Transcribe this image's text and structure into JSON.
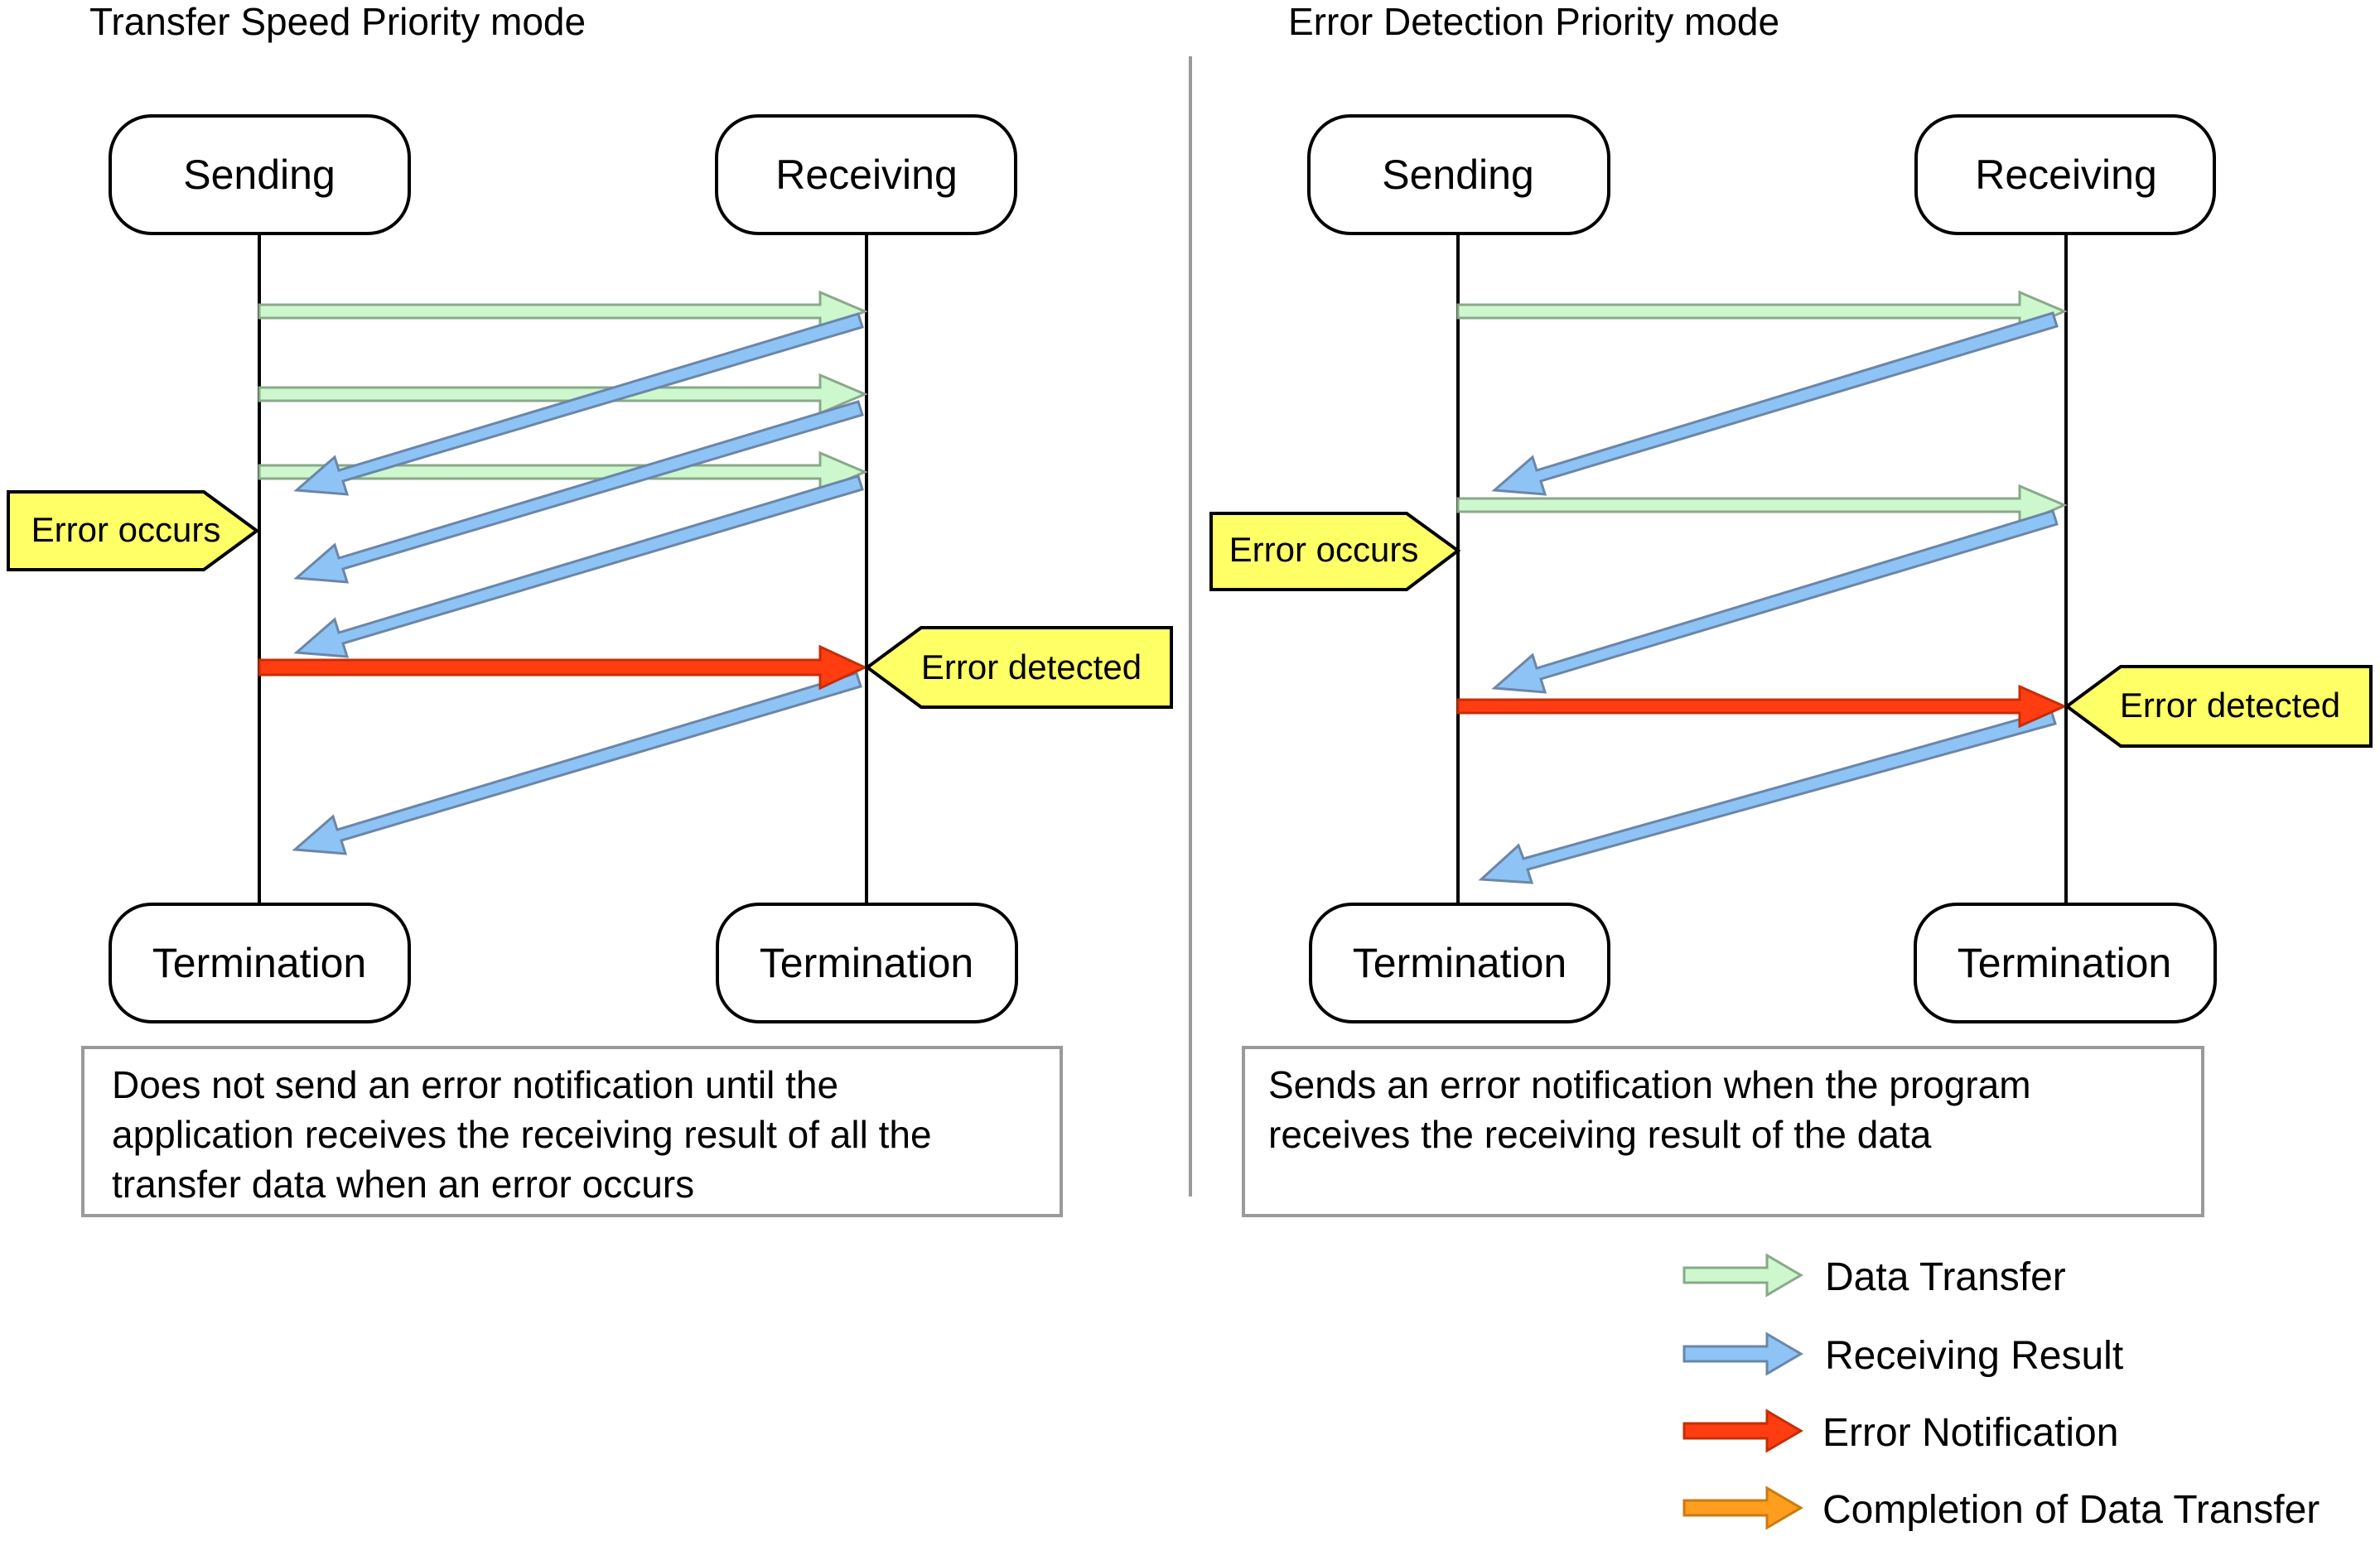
{
  "left_panel": {
    "title": "Transfer Speed Priority mode",
    "sending": "Sending",
    "receiving": "Receiving",
    "termination_send": "Termination",
    "termination_recv": "Termination",
    "error_occurs": "Error occurs",
    "error_detected": "Error detected",
    "note_lines": [
      "Does not send an error notification until the",
      "application receives the receiving result of all the",
      "transfer data when an error occurs"
    ]
  },
  "right_panel": {
    "title": "Error Detection Priority mode",
    "sending": "Sending",
    "receiving": "Receiving",
    "termination_send": "Termination",
    "termination_recv": "Termination",
    "error_occurs": "Error occurs",
    "error_detected": "Error detected",
    "note_lines": [
      "Sends an error notification when the program",
      "receives the receiving result of the data"
    ]
  },
  "legend": {
    "items": [
      {
        "label": "Data Transfer",
        "icon": "green-arrow-icon",
        "fill": "#cdf7cd",
        "stroke": "#8aa88a"
      },
      {
        "label": "Receiving Result",
        "icon": "blue-arrow-icon",
        "fill": "#8ec3f5",
        "stroke": "#6b86a8"
      },
      {
        "label": "Error Notification",
        "icon": "red-arrow-icon",
        "fill": "#ff3d10",
        "stroke": "#c52d06"
      },
      {
        "label": "Completion of Data Transfer",
        "icon": "orange-arrow-icon",
        "fill": "#ff9d1e",
        "stroke": "#c97a12"
      }
    ]
  },
  "colors": {
    "data_transfer": "#cdf7cd",
    "receiving_result": "#8ec3f5",
    "error_notification": "#ff3d10",
    "completion": "#ff9d1e",
    "flag_fill": "#ffff66"
  }
}
